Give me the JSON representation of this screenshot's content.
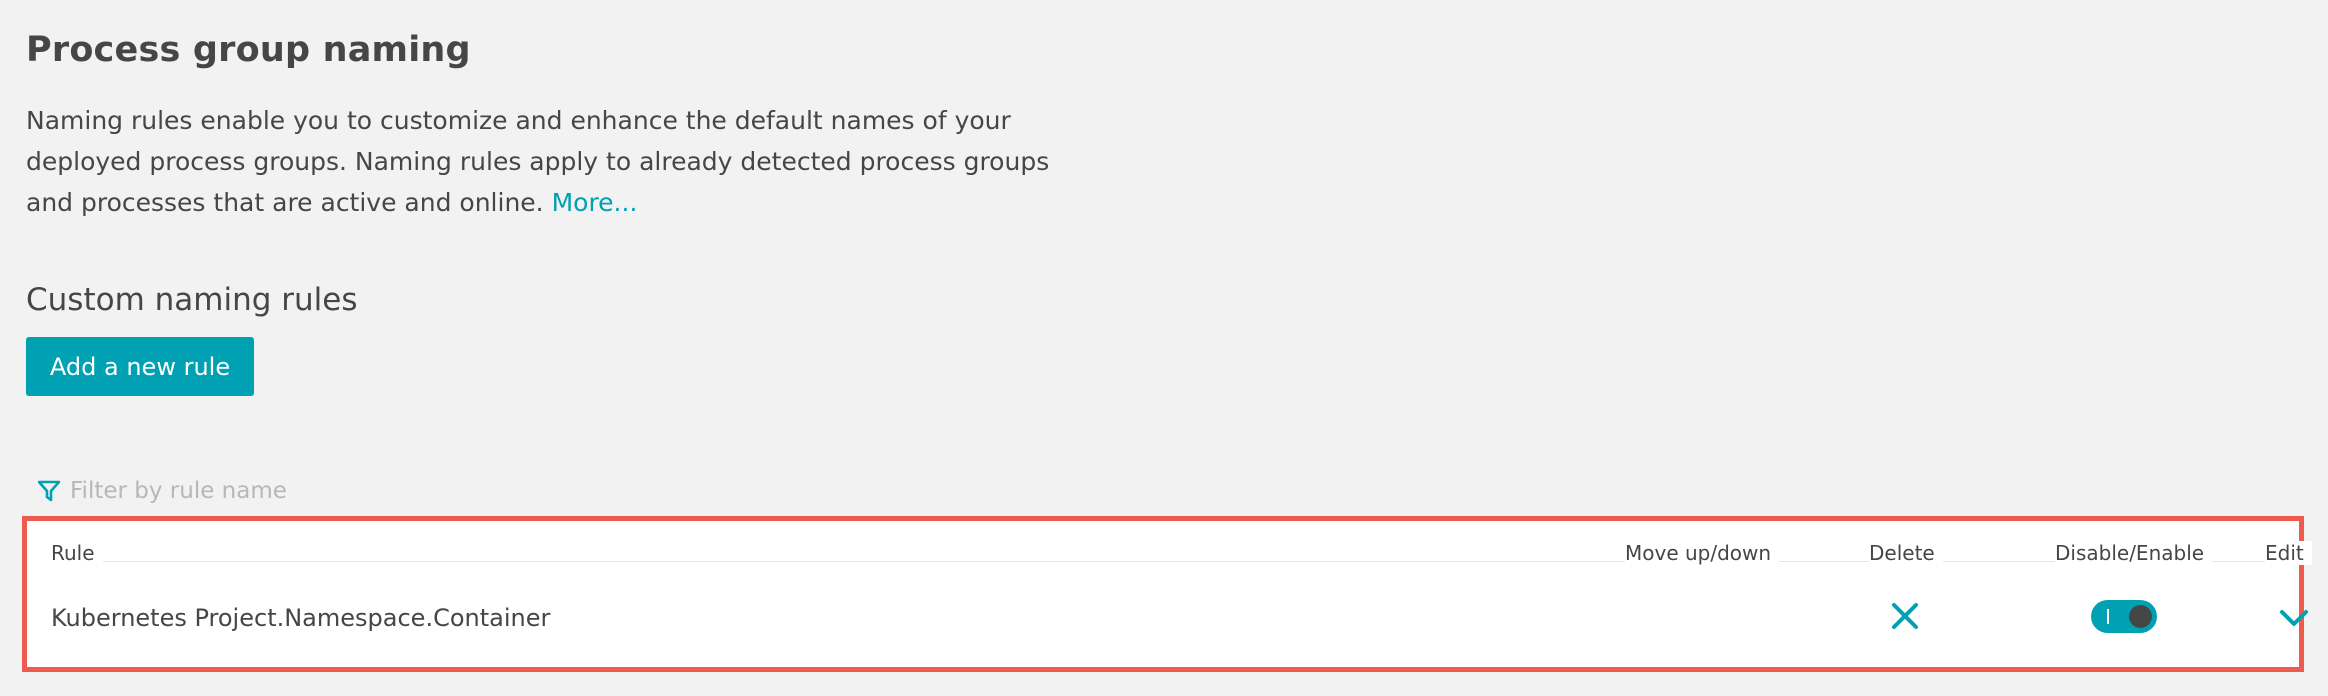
{
  "header": {
    "title": "Process group naming",
    "description": "Naming rules enable you to customize and enhance the default names of your deployed process groups. Naming rules apply to already detected process groups and processes that are active and online.",
    "more_link": "More..."
  },
  "custom_rules": {
    "title": "Custom naming rules",
    "add_button": "Add a new rule"
  },
  "filter": {
    "icon": "filter-icon",
    "placeholder": "Filter by rule name",
    "value": ""
  },
  "table": {
    "columns": {
      "rule": "Rule",
      "move": "Move up/down",
      "delete": "Delete",
      "toggle": "Disable/Enable",
      "edit": "Edit"
    },
    "rows": [
      {
        "name": "Kubernetes Project.Namespace.Container",
        "enabled": true
      }
    ]
  },
  "colors": {
    "accent": "#00a1b2",
    "highlight_border": "#ee5a4e",
    "text": "#454646",
    "placeholder": "#b7b7b7"
  }
}
